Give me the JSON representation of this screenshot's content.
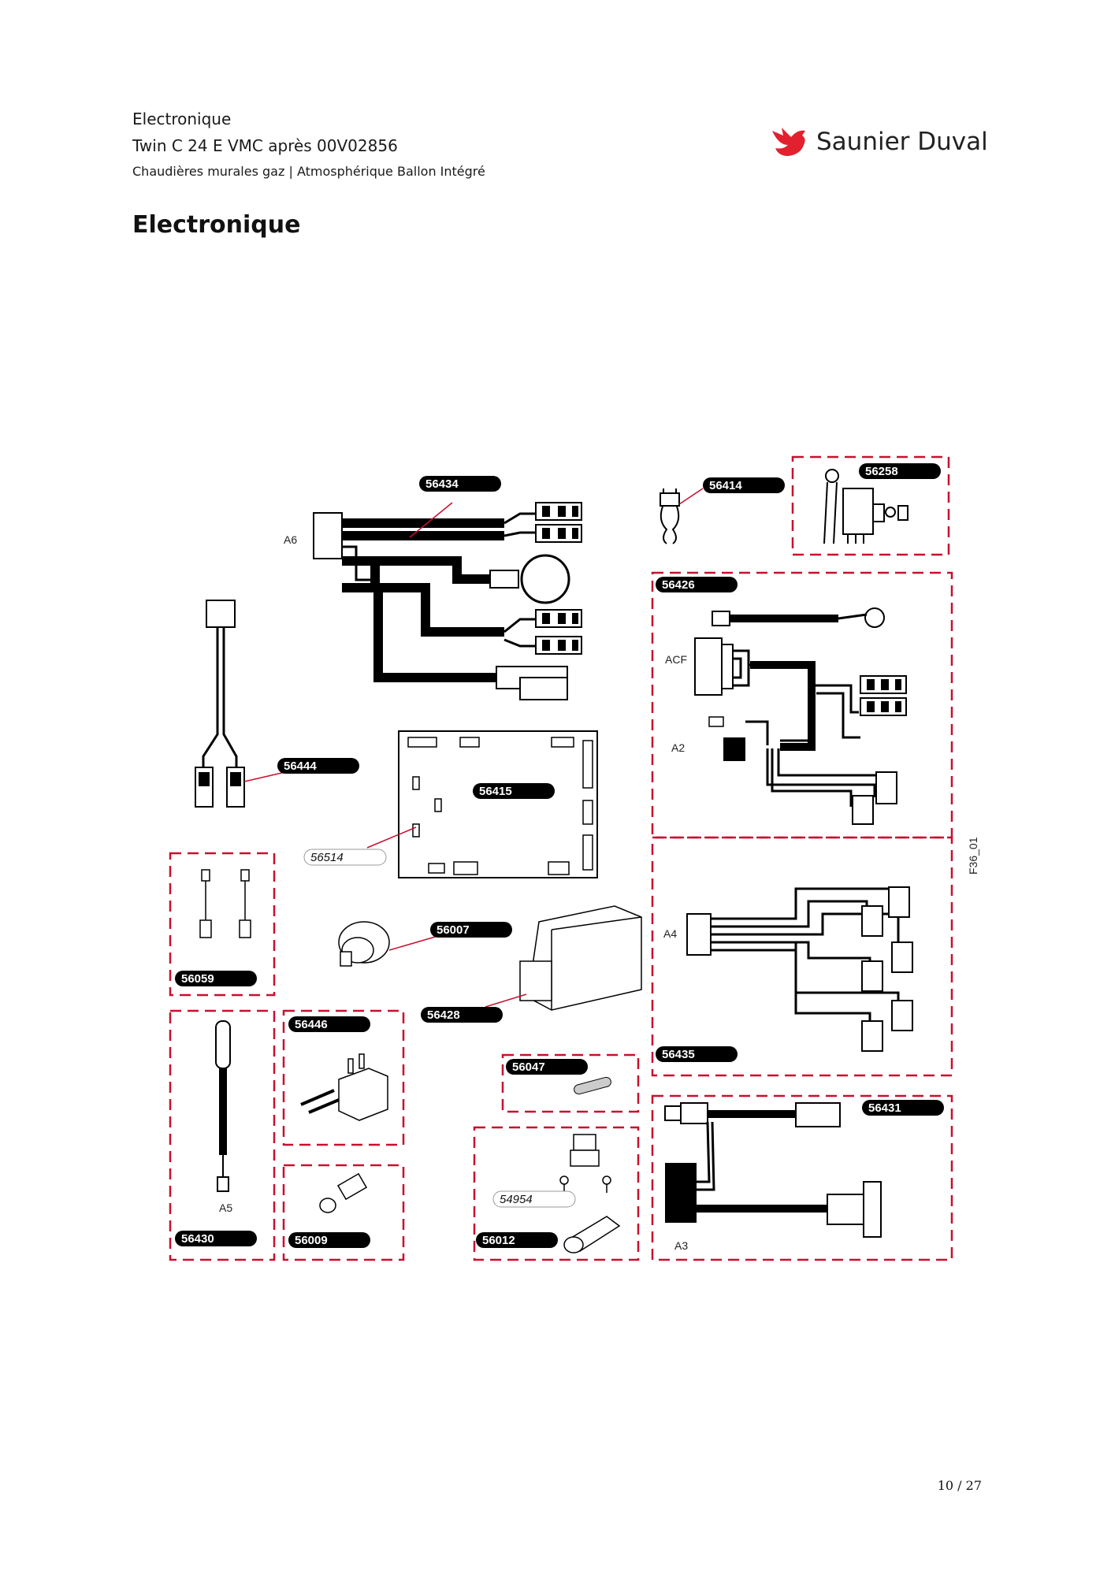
{
  "header": {
    "line1": "Electronique",
    "line2": "Twin C 24 E VMC après 00V02856",
    "line3": "Chaudières murales gaz | Atmosphérique Ballon Intégré"
  },
  "brand": {
    "name": "Saunier Duval",
    "color": "#e2202e"
  },
  "page_title": "Electronique",
  "page_number": "10 / 27",
  "figure_code": "F36_01",
  "colors": {
    "dash": "#c8102e",
    "line": "#000000"
  },
  "parts": [
    {
      "ref": "56434"
    },
    {
      "ref": "56414"
    },
    {
      "ref": "56258"
    },
    {
      "ref": "56426"
    },
    {
      "ref": "56444"
    },
    {
      "ref": "56415"
    },
    {
      "ref": "56514"
    },
    {
      "ref": "56059"
    },
    {
      "ref": "56007"
    },
    {
      "ref": "56428"
    },
    {
      "ref": "56435"
    },
    {
      "ref": "56446"
    },
    {
      "ref": "56047"
    },
    {
      "ref": "56431"
    },
    {
      "ref": "54954"
    },
    {
      "ref": "56430"
    },
    {
      "ref": "56009"
    },
    {
      "ref": "56012"
    }
  ],
  "labels": {
    "a6": "A6",
    "acf": "ACF",
    "a2": "A2",
    "a4": "A4",
    "a5": "A5",
    "a3": "A3"
  }
}
